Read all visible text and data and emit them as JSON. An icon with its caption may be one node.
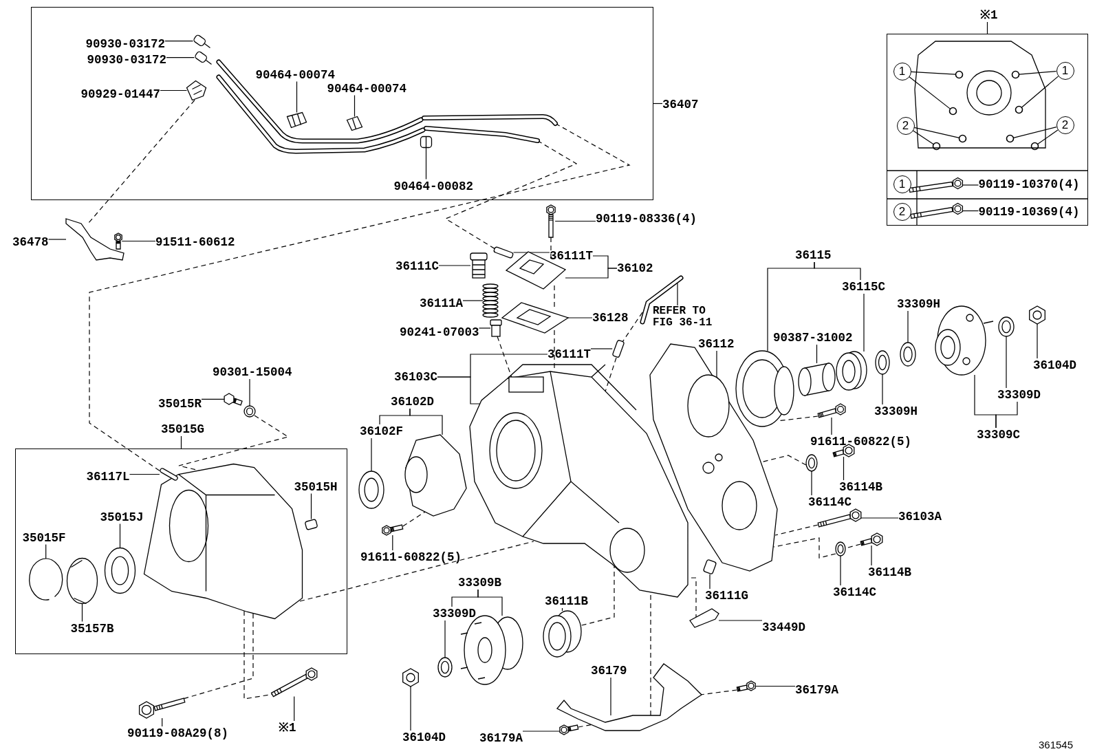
{
  "diagram": {
    "nodes": [
      {
        "text": [],
        "shape": "box"
      },
      {
        "text": [
          "90930-03172"
        ],
        "in": 0
      },
      {
        "text": [
          "90930-03172"
        ],
        "in": 0
      },
      {
        "text": [
          "90929-01447"
        ],
        "in": 0
      },
      {
        "text": [
          "90464-00074"
        ],
        "in": 0
      },
      {
        "text": [
          "90464-00074"
        ],
        "in": 0
      },
      {
        "text": [
          "90464-00082"
        ],
        "in": 0
      },
      {
        "text": [
          "36407"
        ]
      },
      {
        "text": [],
        "shape": "box"
      },
      {
        "text": [
          "※1"
        ]
      },
      {
        "text": [
          "1"
        ],
        "in": 8
      },
      {
        "text": [
          "1"
        ],
        "in": 8
      },
      {
        "text": [
          "2"
        ],
        "in": 8
      },
      {
        "text": [
          "2"
        ],
        "in": 8
      },
      {
        "text": [
          "1"
        ],
        "in": 8
      },
      {
        "text": [
          "90119-10370(4)"
        ],
        "in": 8
      },
      {
        "text": [
          "2"
        ],
        "in": 8
      },
      {
        "text": [
          "90119-10369(4)"
        ],
        "in": 8
      },
      {
        "text": [
          "36478"
        ]
      },
      {
        "text": [
          "91511-60612"
        ]
      },
      {
        "text": [
          "90119-08336(4)"
        ]
      },
      {
        "text": [
          "36111T"
        ]
      },
      {
        "text": [
          "36102"
        ]
      },
      {
        "text": [
          "36111C"
        ]
      },
      {
        "text": [
          "36111A"
        ]
      },
      {
        "text": [
          "36128"
        ]
      },
      {
        "text": [
          "REFER TO FIG 36-11"
        ]
      },
      {
        "text": [
          "90241-07003"
        ]
      },
      {
        "text": [
          "36111T"
        ]
      },
      {
        "text": [
          "36103C"
        ]
      },
      {
        "text": [
          "36115"
        ]
      },
      {
        "text": [
          "36115C"
        ]
      },
      {
        "text": [
          "90387-31002"
        ]
      },
      {
        "text": [
          "33309H"
        ]
      },
      {
        "text": [
          "36112"
        ]
      },
      {
        "text": [
          "36104D"
        ]
      },
      {
        "text": [
          "33309H"
        ]
      },
      {
        "text": [
          "33309D"
        ]
      },
      {
        "text": [
          "33309C"
        ]
      },
      {
        "text": [
          "91611-60822(5)"
        ]
      },
      {
        "text": [
          "36102D"
        ]
      },
      {
        "text": [
          "36102F"
        ]
      },
      {
        "text": [
          "90301-15004"
        ]
      },
      {
        "text": [
          "35015R"
        ]
      },
      {
        "text": [
          "35015G"
        ]
      },
      {
        "text": [],
        "shape": "box"
      },
      {
        "text": [
          "36117L"
        ],
        "in": 45
      },
      {
        "text": [
          "35015H"
        ],
        "in": 45
      },
      {
        "text": [
          "35015J"
        ],
        "in": 45
      },
      {
        "text": [
          "35015F"
        ],
        "in": 45
      },
      {
        "text": [
          "35157B"
        ],
        "in": 45
      },
      {
        "text": [
          "36114C"
        ]
      },
      {
        "text": [
          "36114B"
        ]
      },
      {
        "text": [
          "36103A"
        ]
      },
      {
        "text": [
          "91611-60822(5)"
        ]
      },
      {
        "text": [
          "36114B"
        ]
      },
      {
        "text": [
          "36114C"
        ]
      },
      {
        "text": [
          "36111G"
        ]
      },
      {
        "text": [
          "33309B"
        ]
      },
      {
        "text": [
          "33309D"
        ]
      },
      {
        "text": [
          "36111B"
        ]
      },
      {
        "text": [
          "33449D"
        ]
      },
      {
        "text": [
          "36179"
        ]
      },
      {
        "text": [
          "36179A"
        ]
      },
      {
        "text": [
          "90119-08A29(8)"
        ]
      },
      {
        "text": [
          "※1"
        ]
      },
      {
        "text": [
          "36104D"
        ]
      },
      {
        "text": [
          "36179A"
        ]
      },
      {
        "text": [],
        "shape": "box",
        "in": 0
      },
      {
        "text": [],
        "shape": "box",
        "in": 0
      },
      {
        "text": [],
        "shape": "picture",
        "in": 0
      },
      {
        "text": [],
        "shape": "picture",
        "in": 0
      },
      {
        "text": [],
        "shape": "picture",
        "in": 0
      },
      {
        "text": [],
        "shape": "picture",
        "in": 0
      },
      {
        "text": [],
        "shape": "picture",
        "in": 0
      },
      {
        "text": [],
        "shape": "picture",
        "in": 0
      },
      {
        "text": [],
        "shape": "circle",
        "in": 8
      },
      {
        "text": [],
        "shape": "circle",
        "in": 8
      },
      {
        "text": [],
        "shape": "circle",
        "in": 8
      },
      {
        "text": [],
        "shape": "circle",
        "in": 8
      },
      {
        "text": [],
        "shape": "circle",
        "in": 8
      },
      {
        "text": [],
        "shape": "circle",
        "in": 8
      },
      {
        "text": [],
        "shape": "circle",
        "in": 8
      },
      {
        "text": [],
        "shape": "circle",
        "in": 8
      },
      {
        "text": [],
        "shape": "picture",
        "in": 8
      },
      {
        "text": [],
        "shape": "picture",
        "in": 8
      },
      {
        "text": [],
        "shape": "picture"
      },
      {
        "text": [],
        "shape": "picture"
      },
      {
        "text": [],
        "shape": "picture"
      },
      {
        "text": [],
        "shape": "picture"
      },
      {
        "text": [],
        "shape": "picture"
      },
      {
        "text": [],
        "shape": "picture"
      },
      {
        "text": [],
        "shape": "picture"
      },
      {
        "text": [],
        "shape": "picture"
      },
      {
        "text": [],
        "shape": "cylinder"
      },
      {
        "text": [],
        "shape": "cylinder"
      },
      {
        "text": [],
        "shape": "picture"
      },
      {
        "text": [],
        "shape": "picture"
      },
      {
        "text": [],
        "shape": "picture"
      },
      {
        "text": [],
        "shape": "picture"
      },
      {
        "text": [],
        "shape": "cylinder"
      },
      {
        "text": [],
        "shape": "picture"
      },
      {
        "text": [],
        "shape": "picture"
      },
      {
        "text": [],
        "shape": "picture"
      },
      {
        "text": [],
        "shape": "picture"
      },
      {
        "text": [],
        "shape": "picture"
      },
      {
        "text": [],
        "shape": "picture"
      },
      {
        "text": [],
        "shape": "picture"
      },
      {
        "text": [],
        "shape": "picture"
      },
      {
        "text": [],
        "shape": "picture"
      },
      {
        "text": [],
        "shape": "box"
      },
      {
        "text": [],
        "shape": "picture"
      },
      {
        "text": [],
        "shape": "picture",
        "in": 45
      },
      {
        "text": [],
        "shape": "cylinder",
        "in": 45
      },
      {
        "text": [],
        "shape": "cylinder",
        "in": 45
      },
      {
        "text": [],
        "shape": "picture",
        "in": 45
      },
      {
        "text": [],
        "shape": "picture",
        "in": 45
      },
      {
        "text": [],
        "shape": "picture",
        "in": 45
      },
      {
        "text": [],
        "shape": "picture"
      },
      {
        "text": [],
        "shape": "picture"
      },
      {
        "text": [],
        "shape": "picture"
      },
      {
        "text": [],
        "shape": "picture"
      },
      {
        "text": [],
        "shape": "picture"
      },
      {
        "text": [],
        "shape": "picture"
      },
      {
        "text": [],
        "shape": "cylinder"
      },
      {
        "text": [],
        "shape": "picture"
      },
      {
        "text": [],
        "shape": "picture"
      },
      {
        "text": [],
        "shape": "cylinder"
      },
      {
        "text": [],
        "shape": "picture"
      },
      {
        "text": [],
        "shape": "picture"
      },
      {
        "text": [],
        "shape": "picture"
      },
      {
        "text": [],
        "shape": "picture"
      },
      {
        "text": [],
        "shape": "picture"
      },
      {
        "text": [],
        "shape": "picture"
      },
      {
        "text": [],
        "shape": "picture"
      }
    ],
    "edges": [
      {
        "from": 1,
        "to": 68,
        "arrow": "none"
      },
      {
        "from": 2,
        "to": 69,
        "arrow": "none"
      },
      {
        "from": 3,
        "to": 70,
        "arrow": "none"
      },
      {
        "from": 4,
        "to": 71,
        "arrow": "none"
      },
      {
        "from": 5,
        "to": 72,
        "arrow": "none"
      },
      {
        "from": 6,
        "to": 73,
        "arrow": "none"
      },
      {
        "from": 7,
        "to": 0,
        "arrow": "none"
      },
      {
        "from": 9,
        "to": 8,
        "arrow": "none"
      },
      {
        "from": 10,
        "to": 76,
        "arrow": "none"
      },
      {
        "from": 10,
        "to": 77,
        "arrow": "none"
      },
      {
        "from": 11,
        "to": 78,
        "arrow": "none"
      },
      {
        "from": 11,
        "to": 79,
        "arrow": "none"
      },
      {
        "from": 12,
        "to": 80,
        "arrow": "none"
      },
      {
        "from": 12,
        "to": 81,
        "arrow": "none"
      },
      {
        "from": 13,
        "to": 82,
        "arrow": "none"
      },
      {
        "from": 13,
        "to": 83,
        "arrow": "none"
      },
      {
        "from": 15,
        "to": 84,
        "arrow": "none"
      },
      {
        "from": 17,
        "to": 85,
        "arrow": "none"
      },
      {
        "from": 18,
        "to": 86,
        "arrow": "none"
      },
      {
        "from": 19,
        "to": 87,
        "arrow": "none"
      },
      {
        "from": 20,
        "to": 88,
        "arrow": "none"
      },
      {
        "from": 21,
        "to": 89,
        "arrow": "none"
      },
      {
        "from": 22,
        "to": 21,
        "arrow": "none"
      },
      {
        "from": 22,
        "to": 91,
        "arrow": "none"
      },
      {
        "from": 23,
        "to": 90,
        "arrow": "none"
      },
      {
        "from": 24,
        "to": 92,
        "arrow": "none"
      },
      {
        "from": 25,
        "to": 93,
        "arrow": "none"
      },
      {
        "from": 26,
        "to": 96,
        "arrow": "none"
      },
      {
        "from": 27,
        "to": 94,
        "arrow": "none"
      },
      {
        "from": 28,
        "to": 95,
        "arrow": "none"
      },
      {
        "from": 29,
        "to": 28,
        "arrow": "none"
      },
      {
        "from": 29,
        "to": 97,
        "arrow": "none"
      },
      {
        "from": 30,
        "to": 99,
        "arrow": "none"
      },
      {
        "from": 30,
        "to": 31,
        "arrow": "none"
      },
      {
        "from": 31,
        "to": 101,
        "arrow": "none"
      },
      {
        "from": 32,
        "to": 100,
        "arrow": "none"
      },
      {
        "from": 33,
        "to": 102,
        "arrow": "none"
      },
      {
        "from": 34,
        "to": 98,
        "arrow": "none"
      },
      {
        "from": 35,
        "to": 106,
        "arrow": "none"
      },
      {
        "from": 36,
        "to": 103,
        "arrow": "none"
      },
      {
        "from": 37,
        "to": 105,
        "arrow": "none"
      },
      {
        "from": 38,
        "to": 37,
        "arrow": "none"
      },
      {
        "from": 38,
        "to": 104,
        "arrow": "none"
      },
      {
        "from": 39,
        "to": 107,
        "arrow": "none"
      },
      {
        "from": 40,
        "to": 41,
        "arrow": "none"
      },
      {
        "from": 40,
        "to": 108,
        "arrow": "none"
      },
      {
        "from": 41,
        "to": 109,
        "arrow": "none"
      },
      {
        "from": 42,
        "to": 111,
        "arrow": "none"
      },
      {
        "from": 43,
        "to": 110,
        "arrow": "none"
      },
      {
        "from": 44,
        "to": 45,
        "arrow": "none"
      },
      {
        "from": 46,
        "to": 113,
        "arrow": "none"
      },
      {
        "from": 47,
        "to": 114,
        "arrow": "none"
      },
      {
        "from": 48,
        "to": 115,
        "arrow": "none"
      },
      {
        "from": 49,
        "to": 116,
        "arrow": "none"
      },
      {
        "from": 50,
        "to": 117,
        "arrow": "none"
      },
      {
        "from": 51,
        "to": 118,
        "arrow": "none"
      },
      {
        "from": 52,
        "to": 119,
        "arrow": "none"
      },
      {
        "from": 53,
        "to": 120,
        "arrow": "none"
      },
      {
        "from": 54,
        "to": 121,
        "arrow": "none"
      },
      {
        "from": 55,
        "to": 122,
        "arrow": "none"
      },
      {
        "from": 56,
        "to": 123,
        "arrow": "none"
      },
      {
        "from": 57,
        "to": 124,
        "arrow": "none"
      },
      {
        "from": 58,
        "to": 59,
        "arrow": "none"
      },
      {
        "from": 58,
        "to": 125,
        "arrow": "none"
      },
      {
        "from": 59,
        "to": 126,
        "arrow": "none"
      },
      {
        "from": 60,
        "to": 127,
        "arrow": "none"
      },
      {
        "from": 61,
        "to": 128,
        "arrow": "none"
      },
      {
        "from": 62,
        "to": 129,
        "arrow": "none"
      },
      {
        "from": 63,
        "to": 130,
        "arrow": "none"
      },
      {
        "from": 64,
        "to": 131,
        "arrow": "none"
      },
      {
        "from": 65,
        "to": 132,
        "arrow": "none"
      },
      {
        "from": 66,
        "to": 133,
        "arrow": "none"
      },
      {
        "from": 67,
        "to": 134,
        "arrow": "none"
      },
      {
        "from": 74,
        "to": 113,
        "arrow": "none",
        "style": "dashed"
      },
      {
        "from": 75,
        "to": 89,
        "arrow": "none",
        "style": "dashed"
      },
      {
        "from": 70,
        "to": 86,
        "arrow": "none",
        "style": "dashed"
      },
      {
        "from": 88,
        "to": 91,
        "arrow": "none",
        "style": "dashed"
      },
      {
        "from": 91,
        "to": 93,
        "arrow": "none",
        "style": "dashed"
      },
      {
        "from": 93,
        "to": 97,
        "arrow": "none",
        "style": "dashed"
      },
      {
        "from": 96,
        "to": 95,
        "arrow": "none",
        "style": "dashed"
      },
      {
        "from": 95,
        "to": 97,
        "arrow": "none",
        "style": "dashed"
      },
      {
        "from": 94,
        "to": 97,
        "arrow": "none",
        "style": "dashed"
      },
      {
        "from": 111,
        "to": 112,
        "arrow": "none",
        "style": "dashed"
      },
      {
        "from": 112,
        "to": 97,
        "arrow": "none",
        "style": "dashed"
      },
      {
        "from": 112,
        "to": 132,
        "arrow": "none",
        "style": "dashed"
      },
      {
        "from": 112,
        "to": 131,
        "arrow": "none",
        "style": "dashed"
      },
      {
        "from": 107,
        "to": 99,
        "arrow": "none",
        "style": "dashed"
      },
      {
        "from": 118,
        "to": 98,
        "arrow": "none",
        "style": "dashed"
      },
      {
        "from": 120,
        "to": 98,
        "arrow": "none",
        "style": "dashed"
      },
      {
        "from": 123,
        "to": 98,
        "arrow": "none",
        "style": "dashed"
      },
      {
        "from": 122,
        "to": 123,
        "arrow": "none",
        "style": "dashed"
      },
      {
        "from": 127,
        "to": 97,
        "arrow": "none",
        "style": "dashed"
      },
      {
        "from": 128,
        "to": 97,
        "arrow": "none",
        "style": "dashed"
      },
      {
        "from": 129,
        "to": 97,
        "arrow": "none",
        "style": "dashed"
      },
      {
        "from": 130,
        "to": 129,
        "arrow": "none",
        "style": "dashed"
      },
      {
        "from": 134,
        "to": 129,
        "arrow": "none",
        "style": "dashed"
      },
      {
        "from": 121,
        "to": 108,
        "arrow": "none",
        "style": "dashed"
      }
    ],
    "labels": [
      "361545"
    ]
  }
}
